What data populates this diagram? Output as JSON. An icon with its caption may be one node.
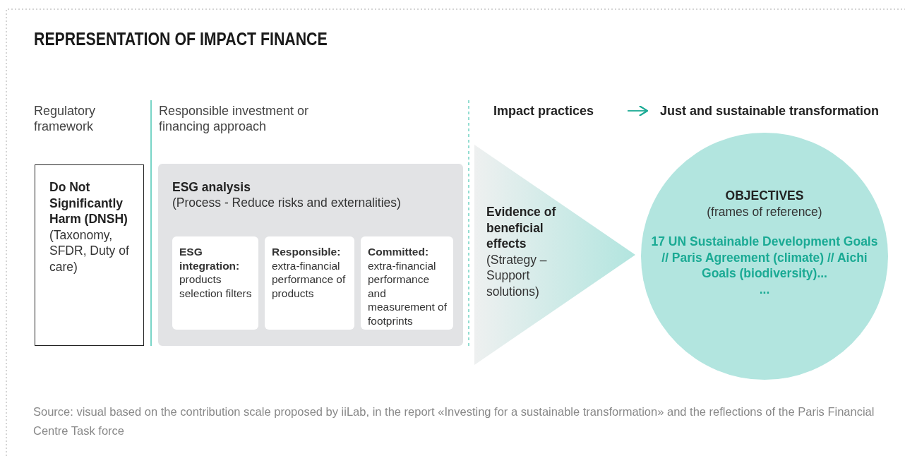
{
  "diagram": {
    "title": "REPRESENTATION OF IMPACT FINANCE",
    "nodes": [
      {
        "text": [
          "Do Not Significantly Harm (DNSH)",
          "(Taxonomy, SFDR, Duty of care)"
        ]
      },
      {
        "text": [
          "ESG analysis",
          "(Process - Reduce risks and externalities)"
        ]
      },
      {
        "text": [
          "**ESG integration:** products selection filters"
        ],
        "in": 1
      },
      {
        "text": [
          "**Responsible:** extra-financial performance of products"
        ],
        "in": 1
      },
      {
        "text": [
          "**Committed:** extra-financial performance and measurement of footprints"
        ],
        "in": 1
      },
      {
        "text": [
          "Evidence of beneficial effects",
          "(Strategy – Support solutions)"
        ]
      },
      {
        "text": [
          "OBJECTIVES",
          "(frames of reference)",
          "17 UN Sustainable Development Goals // Paris Agreement (climate) // Aichi Goals (biodiversity)...",
          "..."
        ]
      },
      {
        "text": [
          "Impact practices"
        ]
      },
      {
        "text": [
          "Just and sustainable transformation"
        ]
      }
    ],
    "edges": [
      {
        "from": 7,
        "to": 8,
        "arrow": "to",
        "color": "#1aaa94"
      }
    ],
    "labels": [
      "Regulatory framework",
      "Responsible investment or financing approach"
    ],
    "caption": "Source: visual based on the contribution scale proposed by iiLab, in the report «Investing for a sustainable transformation» and the reflections of the Paris Financial Centre Task force"
  }
}
